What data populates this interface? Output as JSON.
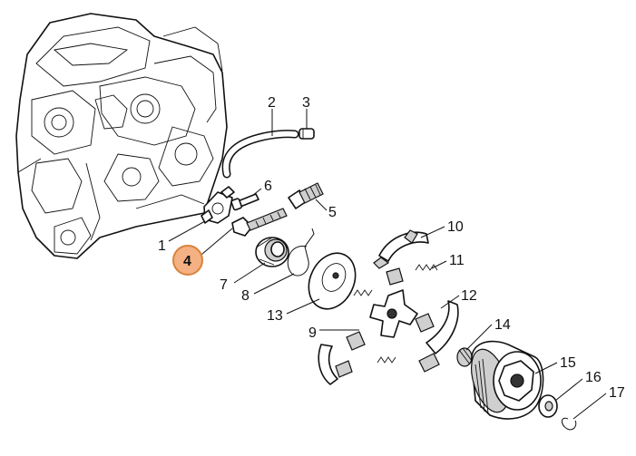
{
  "diagram": {
    "highlight_color": "#f4b183",
    "highlighted_part": "4",
    "labels": {
      "p1": "1",
      "p2": "2",
      "p3": "3",
      "p4": "4",
      "p5": "5",
      "p6": "6",
      "p7": "7",
      "p8": "8",
      "p9": "9",
      "p10": "10",
      "p11": "11",
      "p12": "12",
      "p13": "13",
      "p14": "14",
      "p15": "15",
      "p16": "16",
      "p17": "17"
    }
  }
}
